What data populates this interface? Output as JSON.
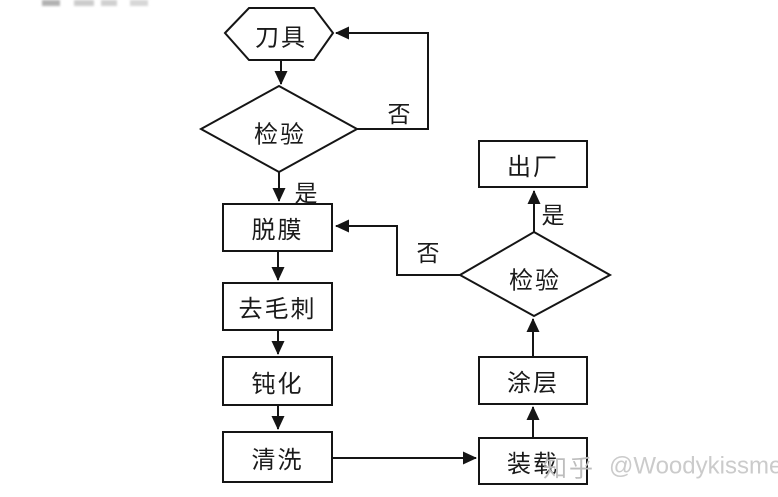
{
  "diagram": {
    "type": "flowchart",
    "description": "Tool coating process flowchart",
    "nodes": {
      "tool": {
        "label": "刀具",
        "shape": "hexagon"
      },
      "inspect1": {
        "label": "检验",
        "shape": "diamond"
      },
      "demold": {
        "label": "脱膜",
        "shape": "rect"
      },
      "deburr": {
        "label": "去毛刺",
        "shape": "rect"
      },
      "passivate": {
        "label": "钝化",
        "shape": "rect"
      },
      "clean": {
        "label": "清洗",
        "shape": "rect"
      },
      "load": {
        "label": "装载",
        "shape": "rect"
      },
      "coating": {
        "label": "涂层",
        "shape": "rect"
      },
      "inspect2": {
        "label": "检验",
        "shape": "diamond"
      },
      "ship": {
        "label": "出厂",
        "shape": "rect"
      }
    },
    "edge_labels": {
      "no1": "否",
      "yes1": "是",
      "no2": "否",
      "yes2": "是"
    }
  },
  "watermark": {
    "brand": "知乎",
    "handle": "@Woodykissme"
  },
  "colors": {
    "line": "#151515",
    "text": "#1a1a1a",
    "watermark": "#c6c6c6",
    "background": "#ffffff"
  }
}
